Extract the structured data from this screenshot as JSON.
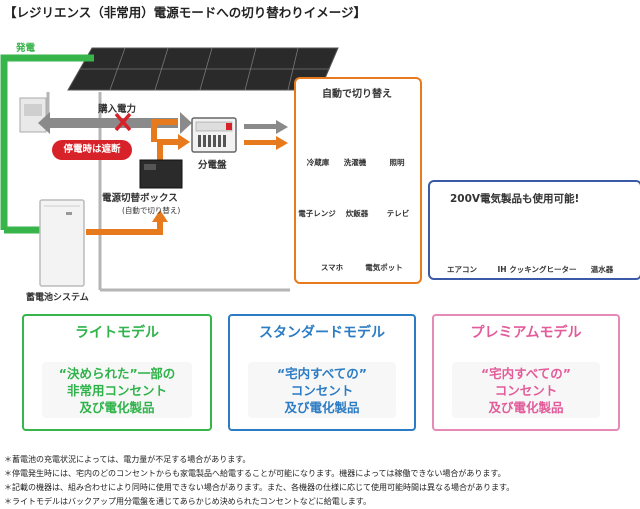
{
  "title": "【レジリエンス（非常用）電源モードへの切り替わりイメージ】",
  "labels": {
    "generation": "発電",
    "purchased_power": "購入電力",
    "blackout_badge": "停電時は遮断",
    "distribution_board": "分電盤",
    "switch_box": "電源切替ボックス",
    "switch_box_sub": "(自動で切り替え)",
    "battery_system": "蓄電池システム"
  },
  "auto_switch": {
    "heading": "自動で切り替え",
    "appliances": [
      "冷蔵庫",
      "洗濯機",
      "照明",
      "電子レンジ",
      "炊飯器",
      "テレビ",
      "スマホ",
      "電気ポット"
    ]
  },
  "v200": {
    "heading": "200V電気製品も使用可能!",
    "appliances": [
      "エアコン",
      "IH クッキングヒーター",
      "温水器"
    ]
  },
  "models": [
    {
      "title": "ライトモデル",
      "lines": [
        "“決められた”一部の",
        "非常用コンセント",
        "及び電化製品"
      ],
      "color": "#2fb34a"
    },
    {
      "title": "スタンダードモデル",
      "lines": [
        "“宅内すべての”",
        "コンセント",
        "及び電化製品"
      ],
      "color": "#2b7cc4"
    },
    {
      "title": "プレミアムモデル",
      "lines": [
        "“宅内すべての”",
        "コンセント",
        "及び電化製品"
      ],
      "color": "#e25b9a"
    }
  ],
  "notes": [
    "＊蓄電池の充電状況によっては、電力量が不足する場合があります。",
    "＊停電発生時には、宅内のどのコンセントからも家電製品へ給電することが可能になります。機器によっては稼働できない場合があります。",
    "＊記載の機器は、組み合わせにより同時に使用できない場合があります。また、各機器の仕様に応じて使用可能時間は異なる場合があります。",
    "＊ライトモデルはバックアップ用分電盤を通じてあらかじめ決められたコンセントなどに給電します。"
  ],
  "colors": {
    "green": "#37b44a",
    "orange": "#e87a1e",
    "gray": "#8a8a8a",
    "red": "#d8222a",
    "blue": "#3a5aa8"
  }
}
